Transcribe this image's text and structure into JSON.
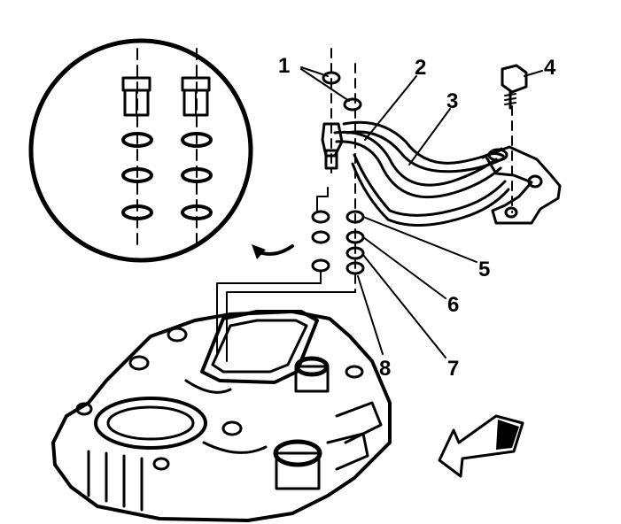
{
  "callouts": [
    {
      "id": "c1",
      "text": "1"
    },
    {
      "id": "c2",
      "text": "2"
    },
    {
      "id": "c3",
      "text": "3"
    },
    {
      "id": "c4",
      "text": "4"
    },
    {
      "id": "c5",
      "text": "5"
    },
    {
      "id": "c6",
      "text": "6"
    },
    {
      "id": "c7",
      "text": "7"
    },
    {
      "id": "c8",
      "text": "8"
    }
  ],
  "icons": {
    "detail_view": "magnified-detail-circle",
    "direction": "front-direction-arrow",
    "swap": "curved-arrow-icon"
  },
  "colors": {
    "ink": "#000000",
    "paper": "#ffffff"
  }
}
